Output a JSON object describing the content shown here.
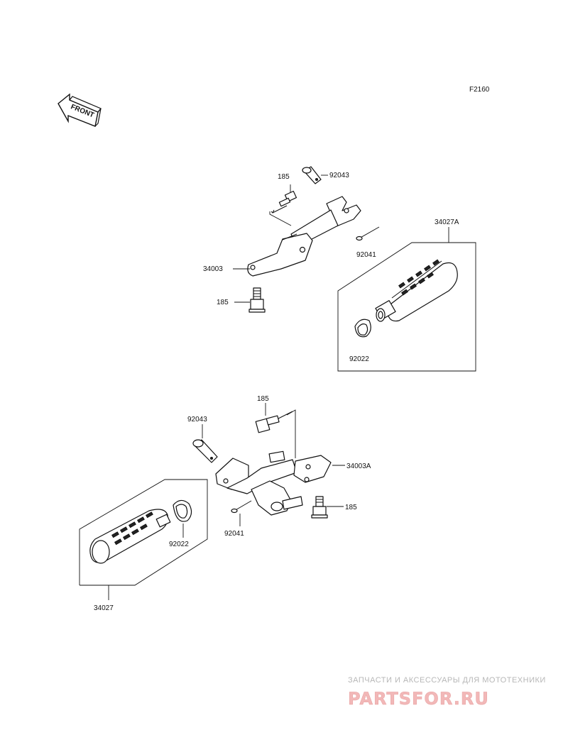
{
  "diagram": {
    "figure_code": "F2160",
    "front_arrow": "FRONT",
    "labels": {
      "p185_top": "185",
      "p92043_top": "92043",
      "p92041_top": "92041",
      "p34003": "34003",
      "p185_mid": "185",
      "p34027A": "34027A",
      "p92022_top": "92022",
      "p185_low": "185",
      "p92043_low": "92043",
      "p34003A": "34003A",
      "p185_low2": "185",
      "p92041_low": "92041",
      "p92022_low": "92022",
      "p34027": "34027"
    }
  },
  "watermark": {
    "tagline": "ЗАПЧАСТИ И АКСЕССУАРЫ ДЛЯ МОТОТЕХНИКИ",
    "brand": "PARTSFOR.RU"
  }
}
